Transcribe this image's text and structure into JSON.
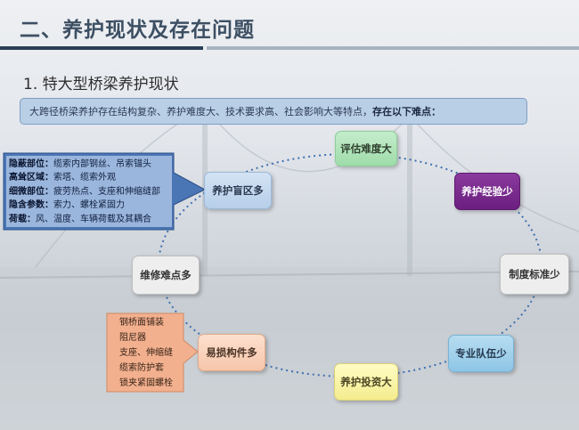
{
  "title": "二、养护现状及存在问题",
  "colors": {
    "title_bar_dark": "#2b3f55",
    "title_bar_light": "#a7b3c1",
    "ring": "#3e6fb0",
    "blue_callout": "#4a76b6",
    "peach_callout": "#f2b08e"
  },
  "subtitle": "1. 特大型桥梁养护现状",
  "intro": {
    "text": "大跨径桥梁养护存在结构复杂、养护难度大、技术要求高、社会影响大等特点，",
    "emphasis": "存在以下难点："
  },
  "nodes": {
    "evaluation": "评估难度大",
    "experience": "养护经验少",
    "standards": "制度标准少",
    "team": "专业队伍少",
    "investment": "养护投资大",
    "vulnerable": "易损构件多",
    "repair": "维修难点多",
    "blind_zone": "养护盲区多"
  },
  "blind_zone_callout": [
    {
      "label": "隐蔽部位：",
      "text": "缆索内部钢丝、吊索锚头"
    },
    {
      "label": "高耸区域：",
      "text": "索塔、缆索外观"
    },
    {
      "label": "细微部位：",
      "text": "疲劳热点、支座和伸缩缝部"
    },
    {
      "label": "隐含参数：",
      "text": "索力、螺栓紧固力"
    },
    {
      "label": "荷载：",
      "text": "风、温度、车辆荷载及其耦合"
    }
  ],
  "vulnerable_callout": [
    "钢桥面铺装",
    "阻尼器",
    "支座、伸缩缝",
    "缆索防护套",
    "锁夹紧固螺栓"
  ]
}
